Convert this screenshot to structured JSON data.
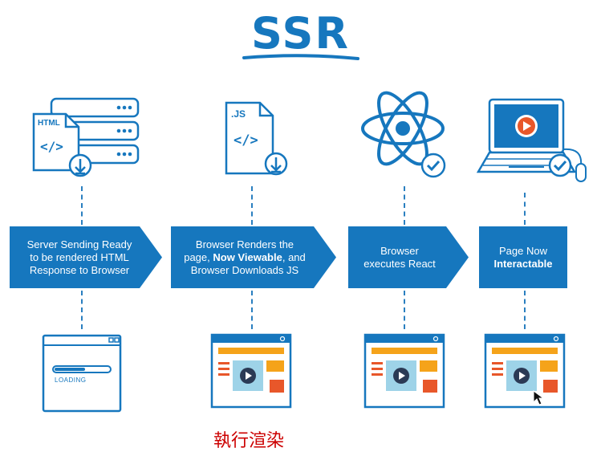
{
  "title": "SSR",
  "steps": [
    {
      "line1": "Server Sending Ready",
      "line2": "to be rendered HTML",
      "line3": "Response to Browser"
    },
    {
      "line1": "Browser Renders the",
      "line2a": "page, ",
      "line2b": "Now Viewable",
      "line2c": ", and",
      "line3": "Browser Downloads JS"
    },
    {
      "line1": "Browser",
      "line2": "executes React"
    },
    {
      "line1": "Page Now",
      "line2": "Interactable"
    }
  ],
  "icons": {
    "html_doc_label": "HTML",
    "js_doc_label": ".JS",
    "code_glyph": "</>",
    "loading_label": "LOADING"
  },
  "caption": "執行渲染",
  "colors": {
    "brand": "#1677be",
    "orange": "#f5a31a",
    "red_accent": "#e8572a",
    "light_blue": "#9ed3e8"
  }
}
